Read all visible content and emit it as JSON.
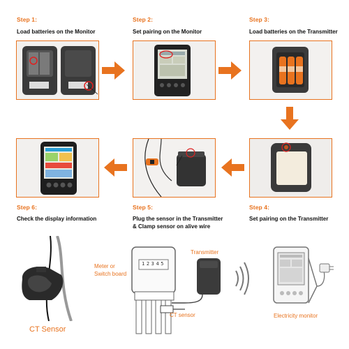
{
  "steps": [
    {
      "title": "Step 1:",
      "desc": "Load batteries on the Monitor"
    },
    {
      "title": "Step 2:",
      "desc": "Set pairing on the Monitor"
    },
    {
      "title": "Step 3:",
      "desc": "Load batteries on the Transmitter"
    },
    {
      "title": "Step 4:",
      "desc": "Set pairing on the Transmitter"
    },
    {
      "title": "Step 5:",
      "desc_line1": "Plug the sensor in the Transmitter",
      "desc_line2": "& Clamp sensor on alive wire"
    },
    {
      "title": "Step 6:",
      "desc": "Check the display information"
    }
  ],
  "bottom": {
    "ct_sensor_label": "CT Sensor",
    "meter_label_line1": "Meter or",
    "meter_label_line2": "Switch board",
    "meter_digits": "12345",
    "transmitter_label": "Transmitter",
    "ct_sensor_small_label": "CT sensor",
    "monitor_label": "Electricity monitor"
  },
  "colors": {
    "accent": "#e8731f",
    "text": "#111111"
  }
}
